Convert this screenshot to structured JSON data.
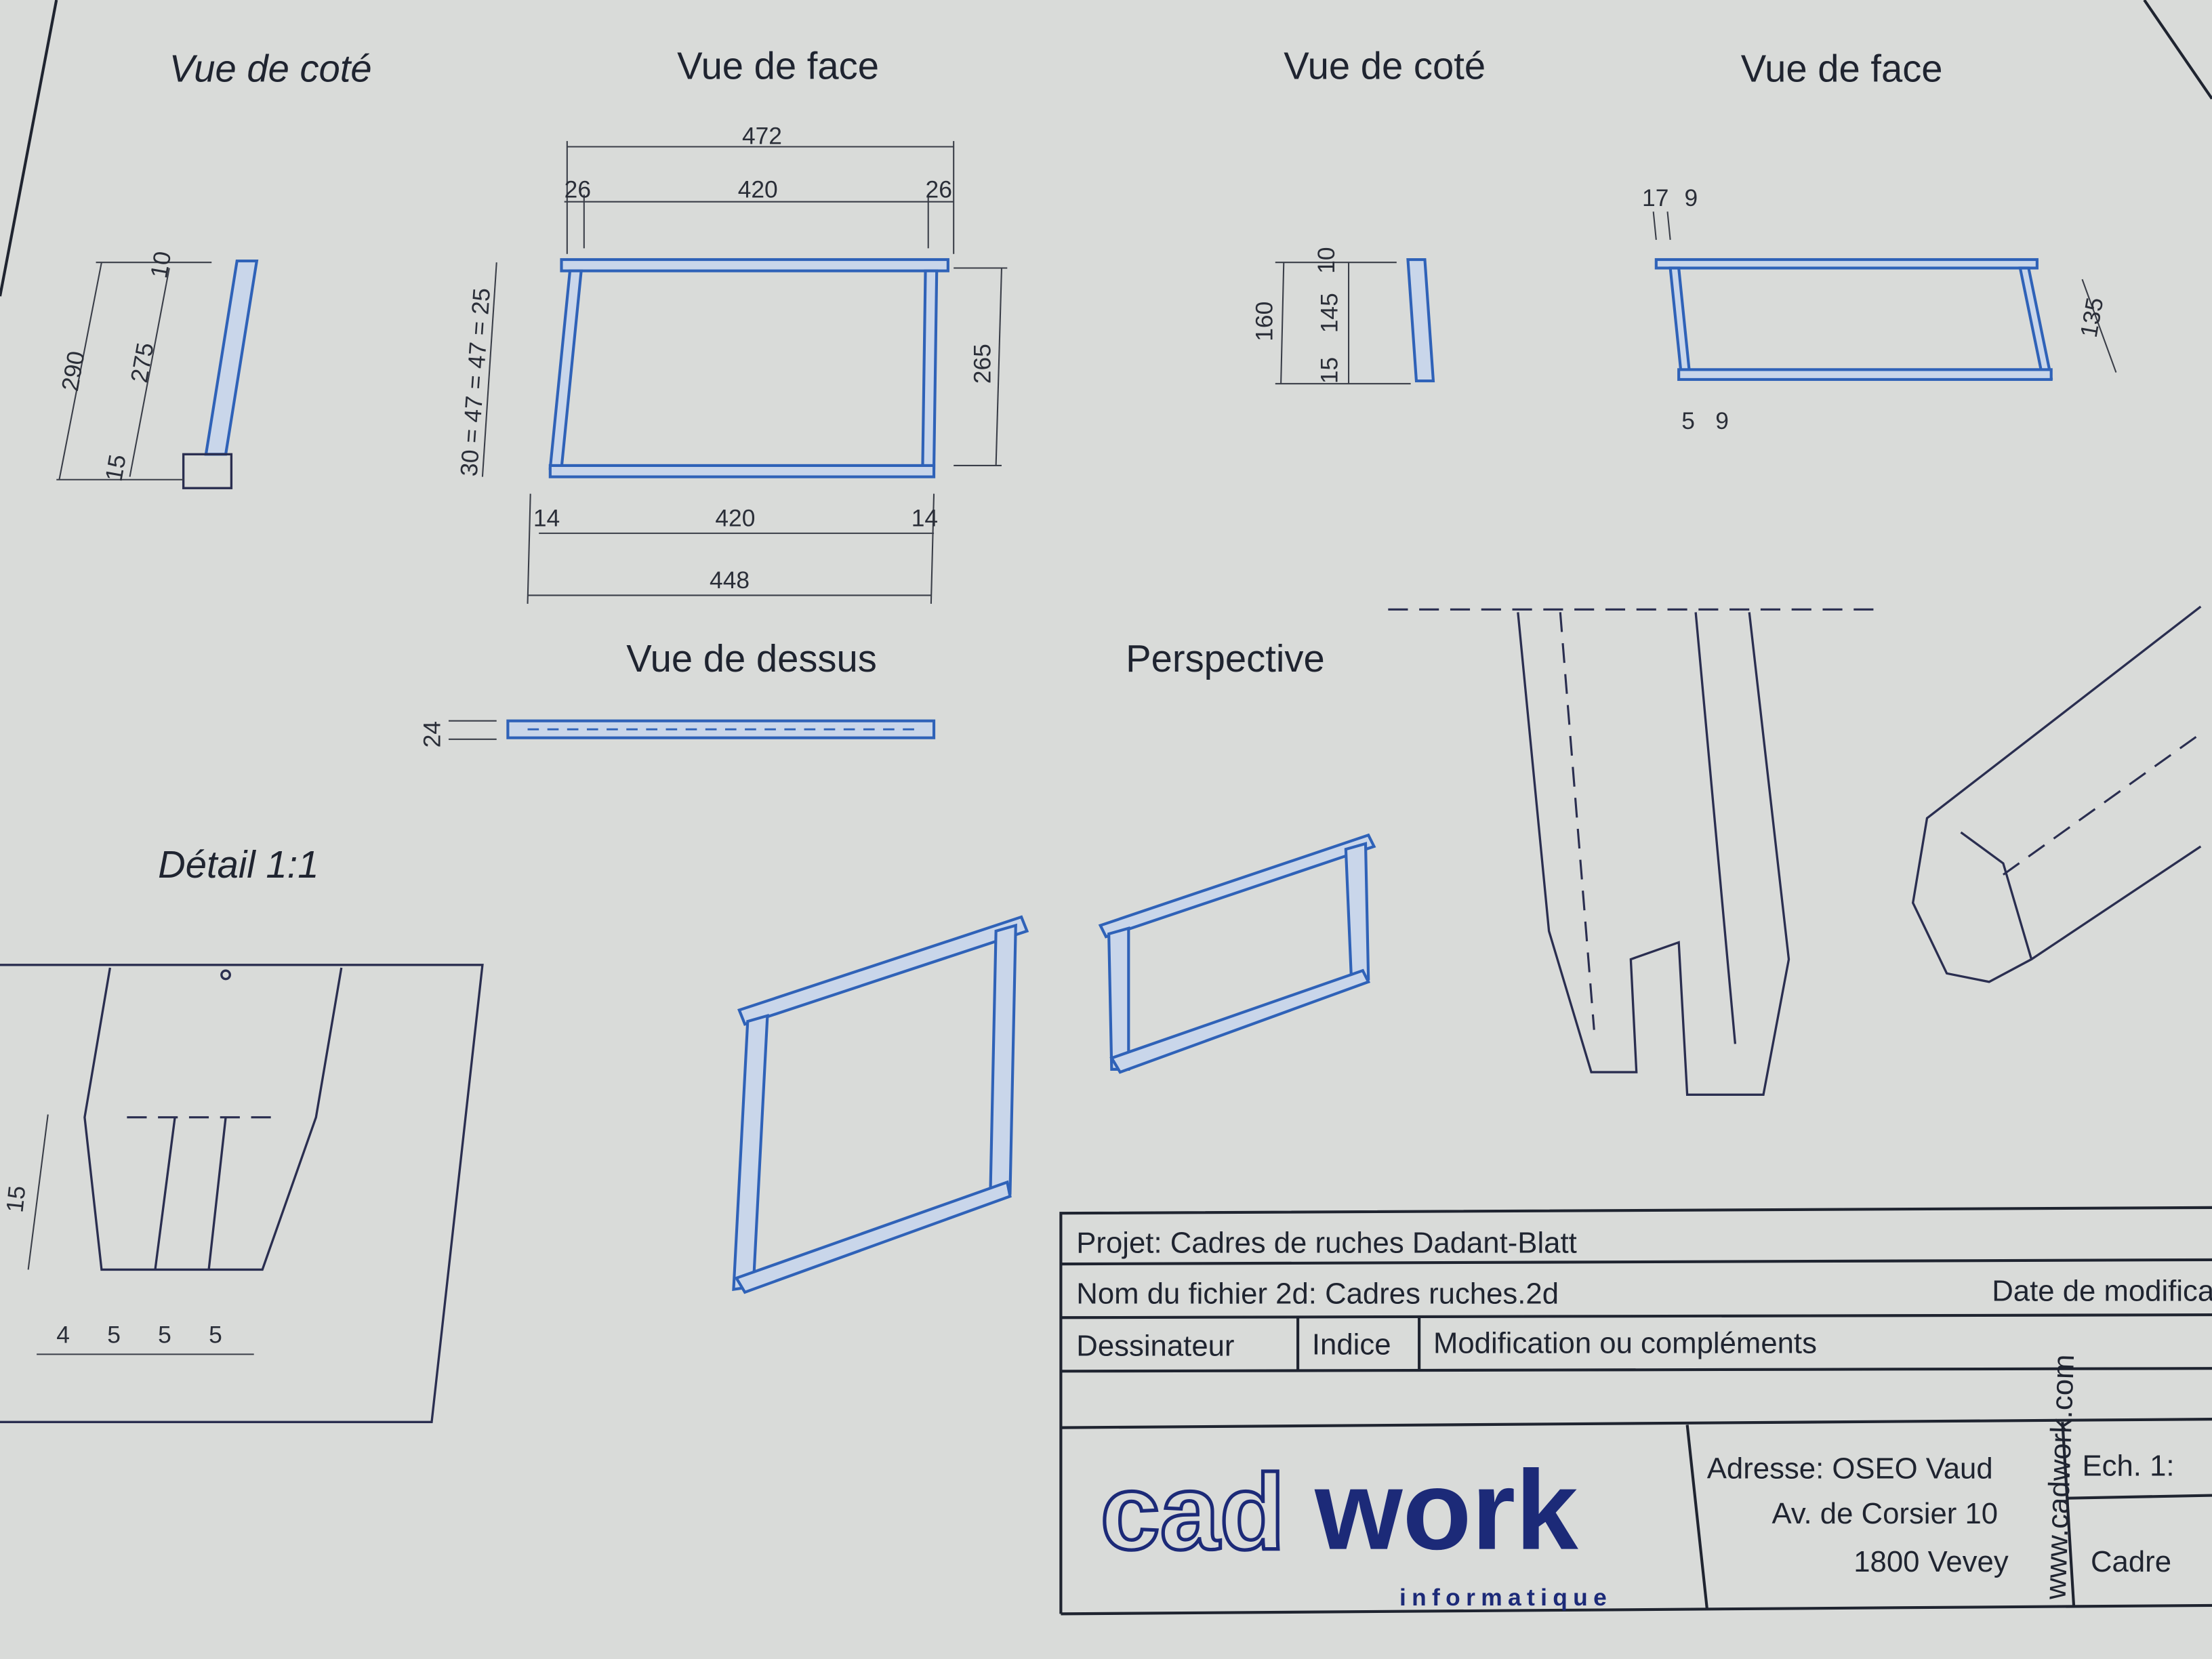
{
  "views": {
    "side_view_1": {
      "title": "Vue de coté",
      "dims": [
        "10",
        "290",
        "275",
        "15"
      ]
    },
    "front_view_1": {
      "title": "Vue de face",
      "dims": {
        "overall_top": "472",
        "inner_top": "420",
        "left_lug": "26",
        "right_lug": "26",
        "height": "265",
        "left_stack": "30 = 47 = 47 = 25",
        "inner_bottom": "420",
        "left_side": "14",
        "right_side": "14",
        "overall_bottom": "448"
      }
    },
    "side_view_2": {
      "title": "Vue de coté",
      "dims": [
        "160",
        "145",
        "10",
        "15"
      ]
    },
    "front_view_2": {
      "title": "Vue de face",
      "dims": {
        "top_a": "17",
        "top_b": "9",
        "height": "135",
        "bottom_a": "5",
        "bottom_b": "9"
      }
    },
    "top_view": {
      "title": "Vue de dessus",
      "dims": [
        "24"
      ]
    },
    "perspective": {
      "title": "Perspective"
    },
    "detail": {
      "title": "Détail 1:1",
      "dims": [
        "15",
        "4",
        "5",
        "5",
        "5"
      ]
    }
  },
  "title_block": {
    "project": "Projet: Cadres de ruches Dadant-Blatt",
    "filename": "Nom du fichier 2d: Cadres ruches.2d",
    "date_modified": "Date de modifica",
    "drafter": "Dessinateur",
    "index": "Indice",
    "modification": "Modification ou compléments",
    "logo": "cadwork informatique",
    "logo_cad": "cad",
    "logo_work": "work",
    "logo_sub": "informatique",
    "address_label": "Adresse:  OSEO Vaud",
    "address_street": "Av. de Corsier 10",
    "address_city": "1800 Vevey",
    "website": "www.cadwork.com",
    "scale": "Ech. 1:",
    "drawing_title": "Cadre"
  },
  "colors": {
    "paper": "#d9dbd9",
    "ink": "#1f2430",
    "part_blue": "#2f62b8",
    "logo_navy": "#1c2a78"
  }
}
